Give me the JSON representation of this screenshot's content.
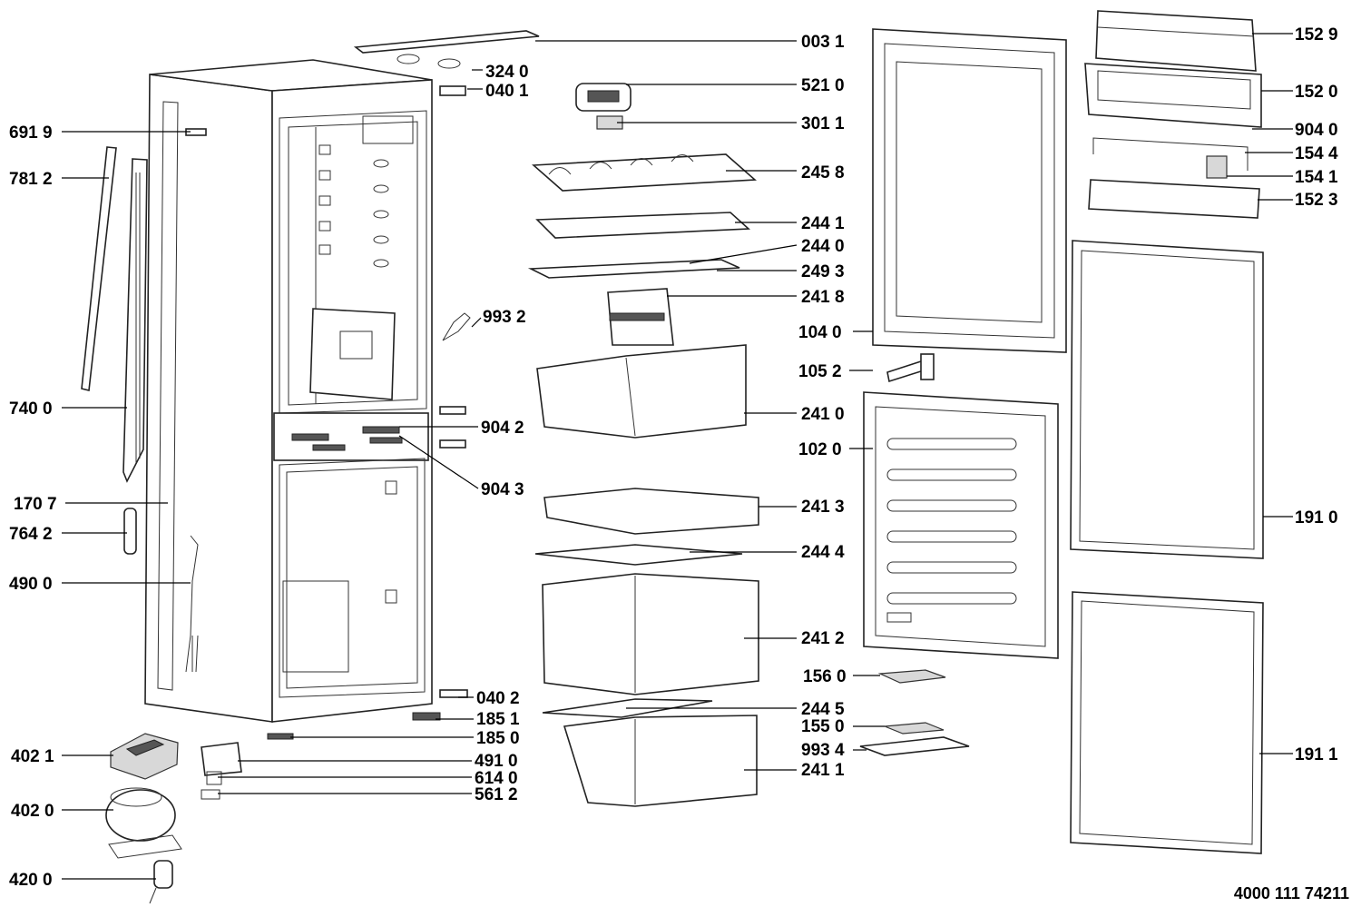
{
  "labels": {
    "p0031": "003 1",
    "p3240": "324 0",
    "p0401": "040 1",
    "p6919": "691 9",
    "p7812": "781 2",
    "p7400": "740 0",
    "p1707": "170 7",
    "p7642": "764 2",
    "p4900": "490 0",
    "p4021": "402 1",
    "p4020": "402 0",
    "p4200": "420 0",
    "p9932": "993 2",
    "p9042": "904 2",
    "p9043": "904 3",
    "p0402": "040 2",
    "p1851": "185 1",
    "p1850": "185 0",
    "p4910": "491 0",
    "p6140": "614 0",
    "p5612": "561 2",
    "p5210": "521 0",
    "p3011": "301 1",
    "p2458": "245 8",
    "p2441": "244 1",
    "p2440": "244 0",
    "p2493": "249 3",
    "p2418": "241 8",
    "p1040": "104 0",
    "p1052": "105 2",
    "p2410": "241 0",
    "p1020": "102 0",
    "p2413": "241 3",
    "p2444": "244 4",
    "p2412": "241 2",
    "p1560": "156 0",
    "p2445": "244 5",
    "p1550": "155 0",
    "p9934": "993 4",
    "p2411": "241 1",
    "p1529": "152 9",
    "p1520": "152 0",
    "p9040": "904 0",
    "p1544": "154 4",
    "p1541": "154 1",
    "p1523": "152 3",
    "p1910": "191 0",
    "p1911": "191 1"
  },
  "reference_number": "4000 111 74211"
}
